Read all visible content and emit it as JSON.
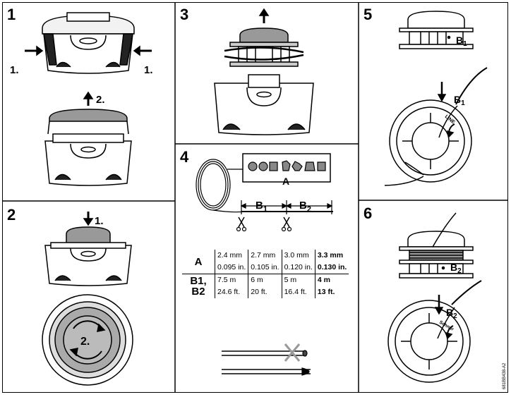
{
  "panels": {
    "p1": {
      "number": "1",
      "step1_left": "1.",
      "step1_right": "1.",
      "step2": "2."
    },
    "p2": {
      "number": "2",
      "step1": "1.",
      "step2": "2."
    },
    "p3": {
      "number": "3"
    },
    "p4": {
      "number": "4",
      "label_a": "A",
      "label_b1": "B",
      "label_b1_sub": "1",
      "label_b2": "B",
      "label_b2_sub": "2"
    },
    "p5": {
      "number": "5",
      "label_b1_top": "B",
      "label_b1_top_sub": "1",
      "label_b1_bottom": "B",
      "label_b1_bottom_sub": "1",
      "line_text": "LINE"
    },
    "p6": {
      "number": "6",
      "label_b2_top": "B",
      "label_b2_top_sub": "2",
      "label_b2_bottom": "B",
      "label_b2_bottom_sub": "2",
      "line_text": "Schnur"
    }
  },
  "table": {
    "row_a": {
      "head": "A",
      "cells": [
        [
          "2.4 mm",
          "0.095 in."
        ],
        [
          "2.7 mm",
          "0.105 in."
        ],
        [
          "3.0 mm",
          "0.120 in."
        ],
        [
          "3.3 mm",
          "0.130 in."
        ]
      ]
    },
    "row_b": {
      "head": "B1, B2",
      "cells": [
        [
          "7.5 m",
          "24.6 ft."
        ],
        [
          "6 m",
          "20 ft."
        ],
        [
          "5 m",
          "16.4 ft."
        ],
        [
          "4 m",
          "13 ft."
        ]
      ]
    }
  },
  "code": "681BB438-A2"
}
